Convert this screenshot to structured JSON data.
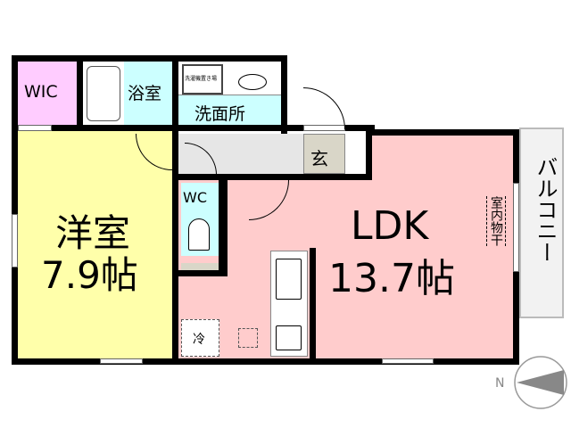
{
  "rooms": {
    "wic": "WIC",
    "bath": "浴室",
    "washer_space": "洗濯機置き場",
    "washroom": "洗面所",
    "entrance": "玄",
    "toilet": "WC",
    "western_room": "洋室",
    "western_room_size": "7.9帖",
    "ldk": "LDK",
    "ldk_size": "13.7帖",
    "indoor_drying": "室内物干",
    "balcony": "バルコニー",
    "fridge": "冷"
  },
  "compass": {
    "label": "N"
  },
  "colors": {
    "wic": "#ffccff",
    "wet": "#ccffff",
    "western": "#ffffaa",
    "ldk": "#ffcccc",
    "hall": "#e6e6e6",
    "entrance": "#d9d6c8"
  }
}
